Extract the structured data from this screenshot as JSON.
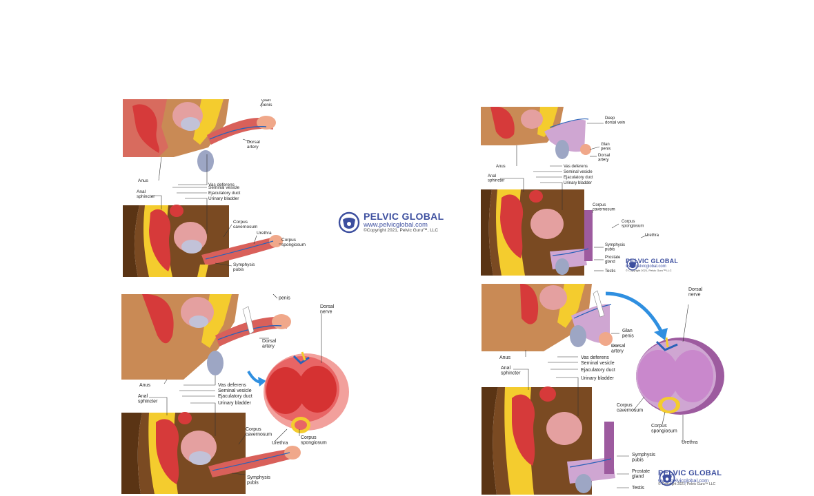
{
  "panels": [
    {
      "labels": {
        "glan_penis": "Glan\npenis",
        "dorsal_artery": "Dorsal\nartery",
        "anus": "Anus",
        "vas_deferens": "Vas deferens",
        "anal_sphincter": "Anal\nsphincter",
        "seminal_vesicle": "Seminal vesicle",
        "ejaculatory_duct": "Ejaculatory duct",
        "urinary_bladder": "Urinary bladder",
        "corpus_cavernosum": "Corpus\ncavernosum",
        "urethra": "Urethra",
        "corpus_spongiosum": "Corpus\nspongiosum",
        "symphysis_pubis": "Symphysis\npubis"
      }
    },
    {
      "labels": {
        "deep_dorsal_vein": "Deep\ndorsal vein",
        "glan_penis": "Glan\npenis",
        "dorsal_artery": "Dorsal\nartery",
        "anus": "Anus",
        "vas_deferens": "Vas deferens",
        "anal_sphincter": "Anal\nsphincter",
        "seminal_vesicle": "Seminal vesicle",
        "ejaculatory_duct": "Ejaculatory duct",
        "urinary_bladder": "Urinary bladder",
        "corpus_cavernosum": "Corpus\ncavernosum",
        "corpus_spongiosum": "Corpus\nspongiosum",
        "urethra": "Urethra",
        "symphysis_pubis": "Symphysis\npubis",
        "prostate_gland": "Prostate\ngland",
        "testis": "Testis"
      }
    },
    {
      "labels": {
        "glan_penis": "Glan\npenis",
        "dorsal_nerve": "Dorsal\nnerve",
        "dorsal_artery": "Dorsal\nartery",
        "anus": "Anus",
        "vas_deferens": "Vas deferens",
        "anal_sphincter": "Anal\nsphincter",
        "seminal_vesicle": "Seminal vesicle",
        "ejaculatory_duct": "Ejaculatory duct",
        "urinary_bladder": "Urinary bladder",
        "corpus_cavernosum": "Corpus\ncavernosum",
        "urethra": "Urethra",
        "corpus_spongiosum": "Corpus\nspongiosum",
        "symphysis_pubis": "Symphysis\npubis"
      }
    },
    {
      "labels": {
        "dorsal_nerve": "Dorsal\nnerve",
        "glan_penis": "Glan\npenis",
        "dorsal_artery": "Dorsal\nartery",
        "anus": "Anus",
        "vas_deferens": "Vas deferens",
        "anal_sphincter": "Anal\nsphincter",
        "seminal_vesicle": "Seminal vesicle",
        "ejaculatory_duct": "Ejaculatory duct",
        "urinary_bladder": "Urinary bladder",
        "corpus_cavernosum": "Corpus\ncavernosum",
        "corpus_spongiosum": "Corpus\nspongiosum",
        "urethra": "Urethra",
        "symphysis_pubis": "Symphysis\npubis",
        "prostate_gland": "Prostate\ngland",
        "testis": "Testis"
      }
    }
  ],
  "logos": [
    {
      "brand": "PELVIC GLOBAL",
      "url": "www.pelvicglobal.com",
      "copyright": "©Copyright 2021, Pelvic Guru™, LLC"
    },
    {
      "brand": "PELVIC GLOBAL",
      "url": "www.pelvicglobal.com",
      "copyright": "© Copyright 2021, Pelvic Guru™ LLC"
    },
    {
      "brand": "PELVIC GLOBAL",
      "url": "www.pelvicglobal.com",
      "copyright": "© Copyright 2021, Pelvic Guru™ LLC"
    }
  ],
  "colors": {
    "skin_dark": "#5a3414",
    "skin_mid": "#7a4a22",
    "skin_tan": "#c98a55",
    "fat_yellow": "#f4cc2e",
    "tissue_red": "#d63a3a",
    "tissue_pink": "#e27575",
    "shaft": "#d9605a",
    "bladder": "#c2c2d8",
    "vessel_blue": "#2a62b8",
    "testis": "#9da6c4",
    "purple": "#9d5b9f",
    "purple_light": "#cfa6d2",
    "arrow_blue": "#2f8fe0",
    "logo_blue": "#3d4f9f"
  }
}
